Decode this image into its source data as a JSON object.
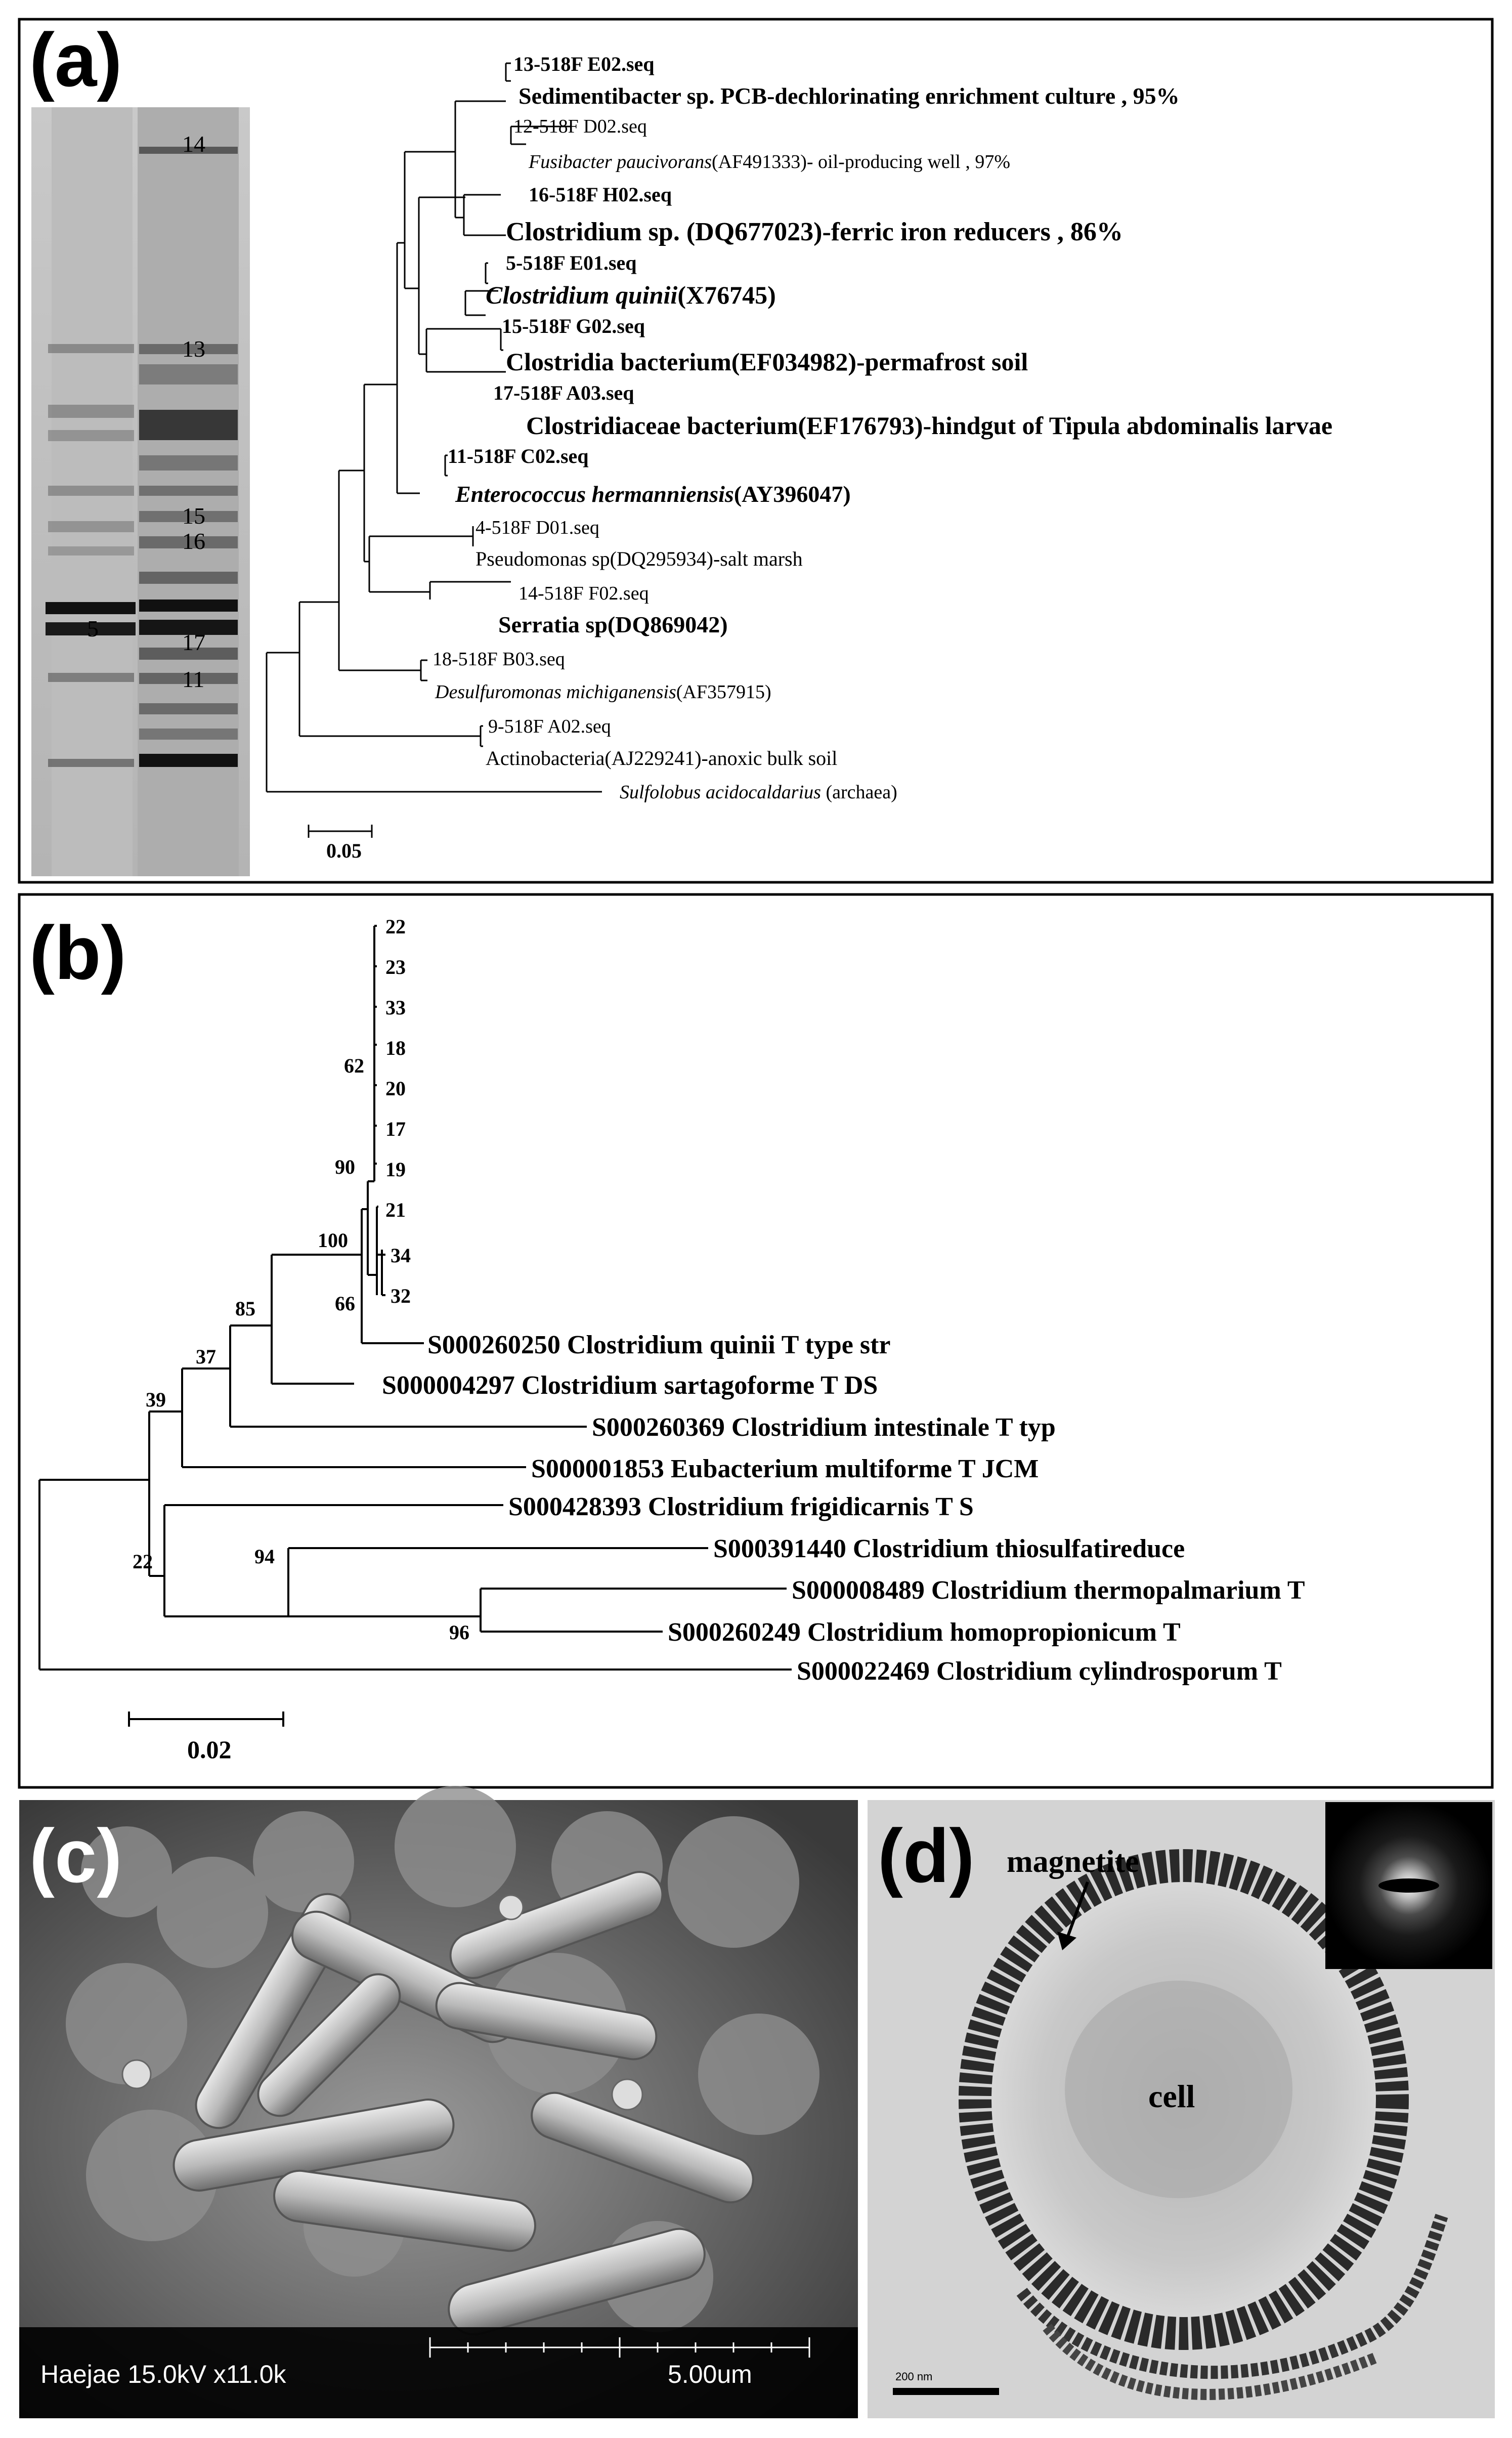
{
  "panel_a": {
    "label": "(a)",
    "band_labels": [
      "14",
      "13",
      "15",
      "16",
      "5",
      "17",
      "11"
    ],
    "scale": "0.05",
    "tree": [
      {
        "text": "13-518F E02.seq",
        "style": "b"
      },
      {
        "text": "Sedimentibacter sp. PCB-dechlorinating enrichment culture , 95%",
        "style": "b"
      },
      {
        "text": "12-518F D02.seq",
        "style": "n"
      },
      {
        "italic": "Fusibacter paucivorans",
        "rest": "(AF491333)- oil-producing well  , 97%",
        "style": "n"
      },
      {
        "text": "16-518F H02.seq",
        "style": "b"
      },
      {
        "text": "Clostridium sp. (DQ677023)-ferric iron reducers , 86%",
        "style": "b"
      },
      {
        "text": "5-518F E01.seq",
        "style": "b"
      },
      {
        "italic": "Clostridium quinii",
        "rest": "(X76745)",
        "style": "b"
      },
      {
        "text": "15-518F G02.seq",
        "style": "b"
      },
      {
        "text": "Clostridia bacterium(EF034982)-permafrost soil",
        "style": "b"
      },
      {
        "text": "17-518F A03.seq",
        "style": "b"
      },
      {
        "text": "Clostridiaceae bacterium(EF176793)-hindgut of Tipula abdominalis larvae",
        "style": "b"
      },
      {
        "text": "11-518F C02.seq",
        "style": "b"
      },
      {
        "italic": "Enterococcus hermanniensis",
        "rest": "(AY396047)",
        "style": "b"
      },
      {
        "text": "4-518F D01.seq",
        "style": "n"
      },
      {
        "text": "Pseudomonas sp(DQ295934)-salt marsh",
        "style": "n"
      },
      {
        "text": "14-518F F02.seq",
        "style": "n"
      },
      {
        "text": "Serratia sp(DQ869042)",
        "style": "b"
      },
      {
        "text": "18-518F B03.seq",
        "style": "n"
      },
      {
        "italic": "Desulfuromonas michiganensis",
        "rest": "(AF357915)",
        "style": "n"
      },
      {
        "text": "9-518F A02.seq",
        "style": "n"
      },
      {
        "text": "Actinobacteria(AJ229241)-anoxic bulk soil",
        "style": "n"
      },
      {
        "italic": "Sulfolobus acidocaldarius",
        "rest": " (archaea)",
        "style": "n"
      }
    ]
  },
  "panel_b": {
    "label": "(b)",
    "scale": "0.02",
    "clones": [
      "22",
      "23",
      "33",
      "18",
      "20",
      "17",
      "19",
      "21",
      "34",
      "32"
    ],
    "bootstrap": [
      "62",
      "90",
      "100",
      "66",
      "85",
      "37",
      "39",
      "22",
      "94",
      "96"
    ],
    "refs": [
      "S000260250 Clostridium quinii T type str",
      "S000004297 Clostridium sartagoforme T DS",
      "S000260369 Clostridium intestinale T typ",
      "S000001853 Eubacterium multiforme T JCM",
      "S000428393 Clostridium frigidicarnis T S",
      "S000391440 Clostridium thiosulfatireduce",
      "S000008489 Clostridium thermopalmarium T",
      "S000260249 Clostridium homopropionicum T",
      "S000022469 Clostridium cylindrosporum T"
    ]
  },
  "panel_c": {
    "label": "(c)",
    "sem_info": "Haejae 15.0kV x11.0k",
    "scale": "5.00um"
  },
  "panel_d": {
    "label": "(d)",
    "arrow_label": "magnetite",
    "cell_label": "cell",
    "scale": "200 nm"
  }
}
